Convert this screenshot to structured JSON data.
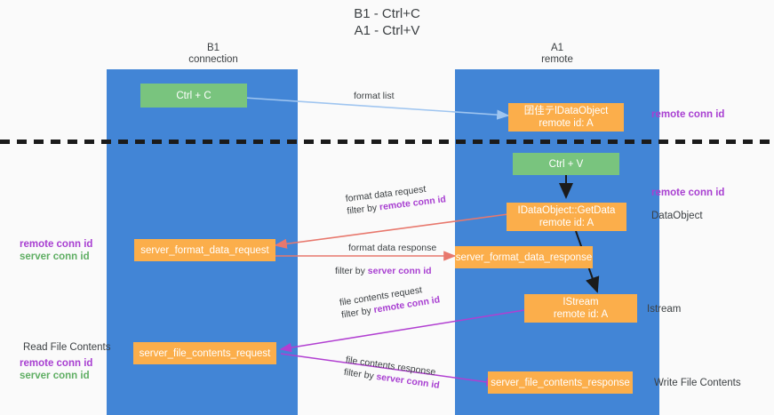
{
  "title": "B1 - Ctrl+C\nA1 - Ctrl+V",
  "columns": {
    "left": {
      "name": "B1",
      "role": "connection",
      "header": "B1\nconnection"
    },
    "right": {
      "name": "A1",
      "role": "remote",
      "header": "A1\nremote"
    }
  },
  "colors": {
    "lane": "#4285d6",
    "green_node": "#79c47e",
    "orange_node": "#fbae4b",
    "remote_conn_id": "#a83fd1",
    "server_conn_id": "#5fae63",
    "arrow_blue": "#9fc5f0",
    "arrow_red": "#e8786d",
    "arrow_black": "#1b1b1b",
    "arrow_magenta": "#b13fd1",
    "divider": "#1b1b1b"
  },
  "nodes": {
    "ctrl_c": {
      "label": "Ctrl + C"
    },
    "idataobject": {
      "line1": "囝佳テlDataObject",
      "line2": "remote id: A"
    },
    "ctrl_v": {
      "label": "Ctrl + V"
    },
    "getdata": {
      "line1": "IDataObject::GetData",
      "line2": "remote id: A"
    },
    "server_format_data_request": {
      "label": "server_format_data_request"
    },
    "server_format_data_response": {
      "label": "server_format_data_response"
    },
    "istream": {
      "line1": "IStream",
      "line2": "remote id: A"
    },
    "server_file_contents_request": {
      "label": "server_file_contents_request"
    },
    "server_file_contents_response": {
      "label": "server_file_contents_response"
    }
  },
  "edges": {
    "format_list": {
      "label": "format list"
    },
    "format_data_request": {
      "line1": "format data request",
      "filter_prefix": "filter by ",
      "filter_value": "remote conn id"
    },
    "format_data_response": {
      "line1": "format data response",
      "filter_prefix": "filter by ",
      "filter_value": "server conn id"
    },
    "file_contents_request": {
      "line1": "file contents request",
      "filter_prefix": "filter by ",
      "filter_value": "remote conn id"
    },
    "file_contents_response": {
      "line1": "file contents response",
      "filter_prefix": "filter by ",
      "filter_value": "server conn id"
    }
  },
  "annotations": {
    "right_top_remote_conn_id": "remote conn id",
    "right_mid_remote_conn_id": "remote conn id",
    "right_dataobject": "DataObject",
    "right_istream": "Istream",
    "right_write_file_contents": "Write File Contents",
    "left_mid_remote_conn_id": "remote conn id",
    "left_mid_server_conn_id": "server conn id",
    "left_read_file_contents": "Read File Contents",
    "left_bottom_remote_conn_id": "remote conn id",
    "left_bottom_server_conn_id": "server conn id"
  }
}
